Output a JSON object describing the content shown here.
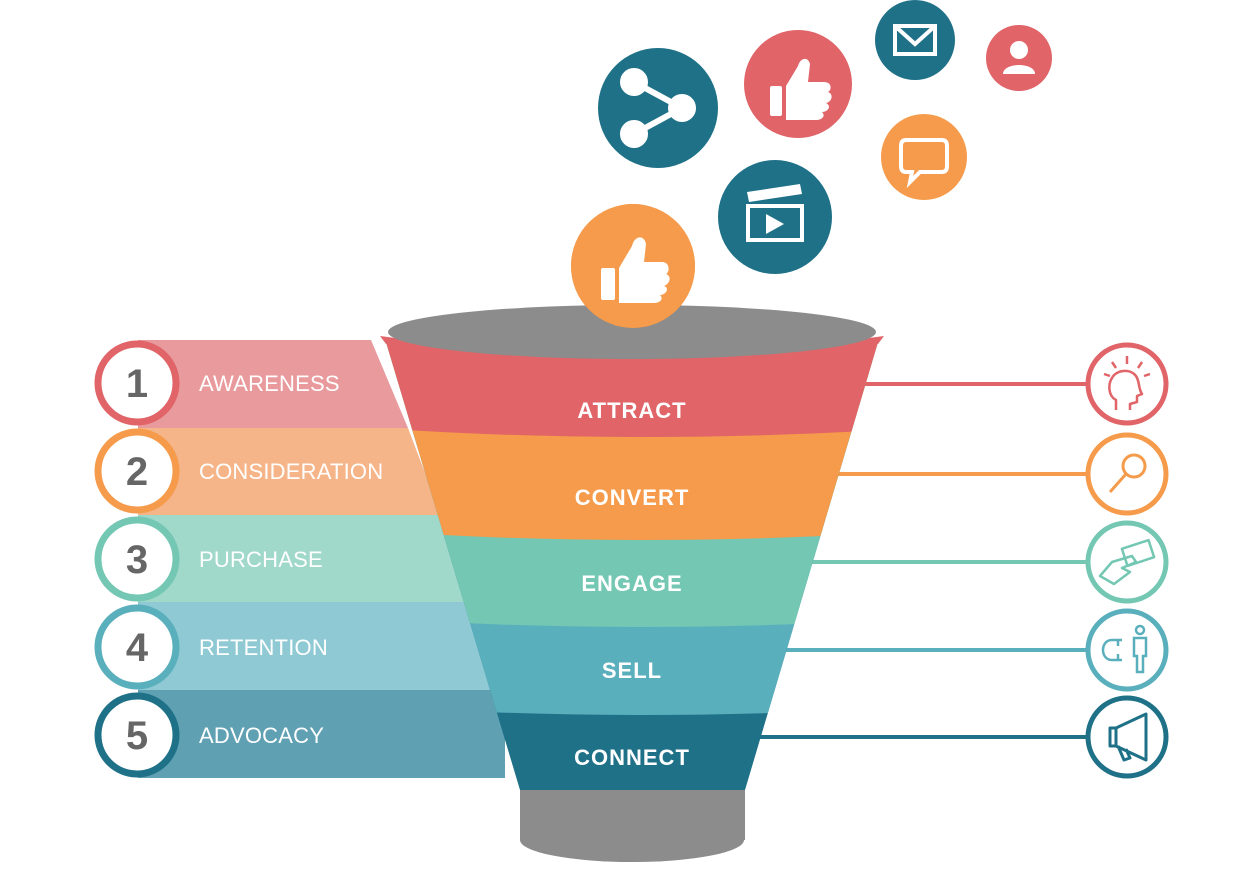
{
  "colors": {
    "red": "#E06468",
    "orange": "#F59B4B",
    "mint": "#73C7B3",
    "teal": "#5AAFBD",
    "navy": "#1F7188",
    "gray": "#8C8C8C",
    "number_text": "#666666"
  },
  "stages": [
    {
      "number": "1",
      "label": "AWARENESS"
    },
    {
      "number": "2",
      "label": "CONSIDERATION"
    },
    {
      "number": "3",
      "label": "PURCHASE"
    },
    {
      "number": "4",
      "label": "RETENTION"
    },
    {
      "number": "5",
      "label": "ADVOCACY"
    }
  ],
  "funnel": [
    {
      "label": "ATTRACT",
      "icon": "head-idea-icon"
    },
    {
      "label": "CONVERT",
      "icon": "magnifier-icon"
    },
    {
      "label": "ENGAGE",
      "icon": "hand-card-icon"
    },
    {
      "label": "SELL",
      "icon": "magnet-person-icon"
    },
    {
      "label": "CONNECT",
      "icon": "megaphone-icon"
    }
  ],
  "bubbles": [
    {
      "icon": "share-icon",
      "color": "navy"
    },
    {
      "icon": "thumbs-up-icon",
      "color": "red"
    },
    {
      "icon": "email-icon",
      "color": "navy"
    },
    {
      "icon": "user-icon",
      "color": "red"
    },
    {
      "icon": "chat-bubble-icon",
      "color": "orange"
    },
    {
      "icon": "video-clapper-icon",
      "color": "navy"
    },
    {
      "icon": "thumbs-up-icon",
      "color": "orange"
    }
  ]
}
